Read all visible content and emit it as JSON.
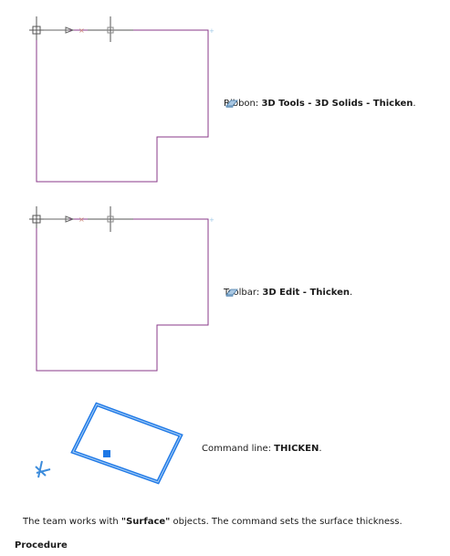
{
  "captions": {
    "ribbon": {
      "prefix": "Ribbon: ",
      "path": "3D Tools - 3D Solids - ",
      "icon": "thicken-icon",
      "command": "Thicken",
      "suffix": "."
    },
    "toolbar": {
      "prefix": "Toolbar: ",
      "path": "3D Edit - ",
      "icon": "thicken-icon",
      "command": "Thicken",
      "suffix": "."
    },
    "command_line": {
      "prefix": "Command line: ",
      "command": "THICKEN",
      "suffix": "."
    }
  },
  "body": {
    "pre": "The team works with ",
    "highlight": "\"Surface\"",
    "post": " objects. The command sets the surface thickness."
  },
  "heading": "Procedure",
  "colors": {
    "outline": "#8a3a8a",
    "cursor": "#555555",
    "surface": "#1e78e6",
    "grip": "#1e78e6",
    "ucs": "#3c8cdc",
    "icon_fill": "#a9c7e2"
  }
}
